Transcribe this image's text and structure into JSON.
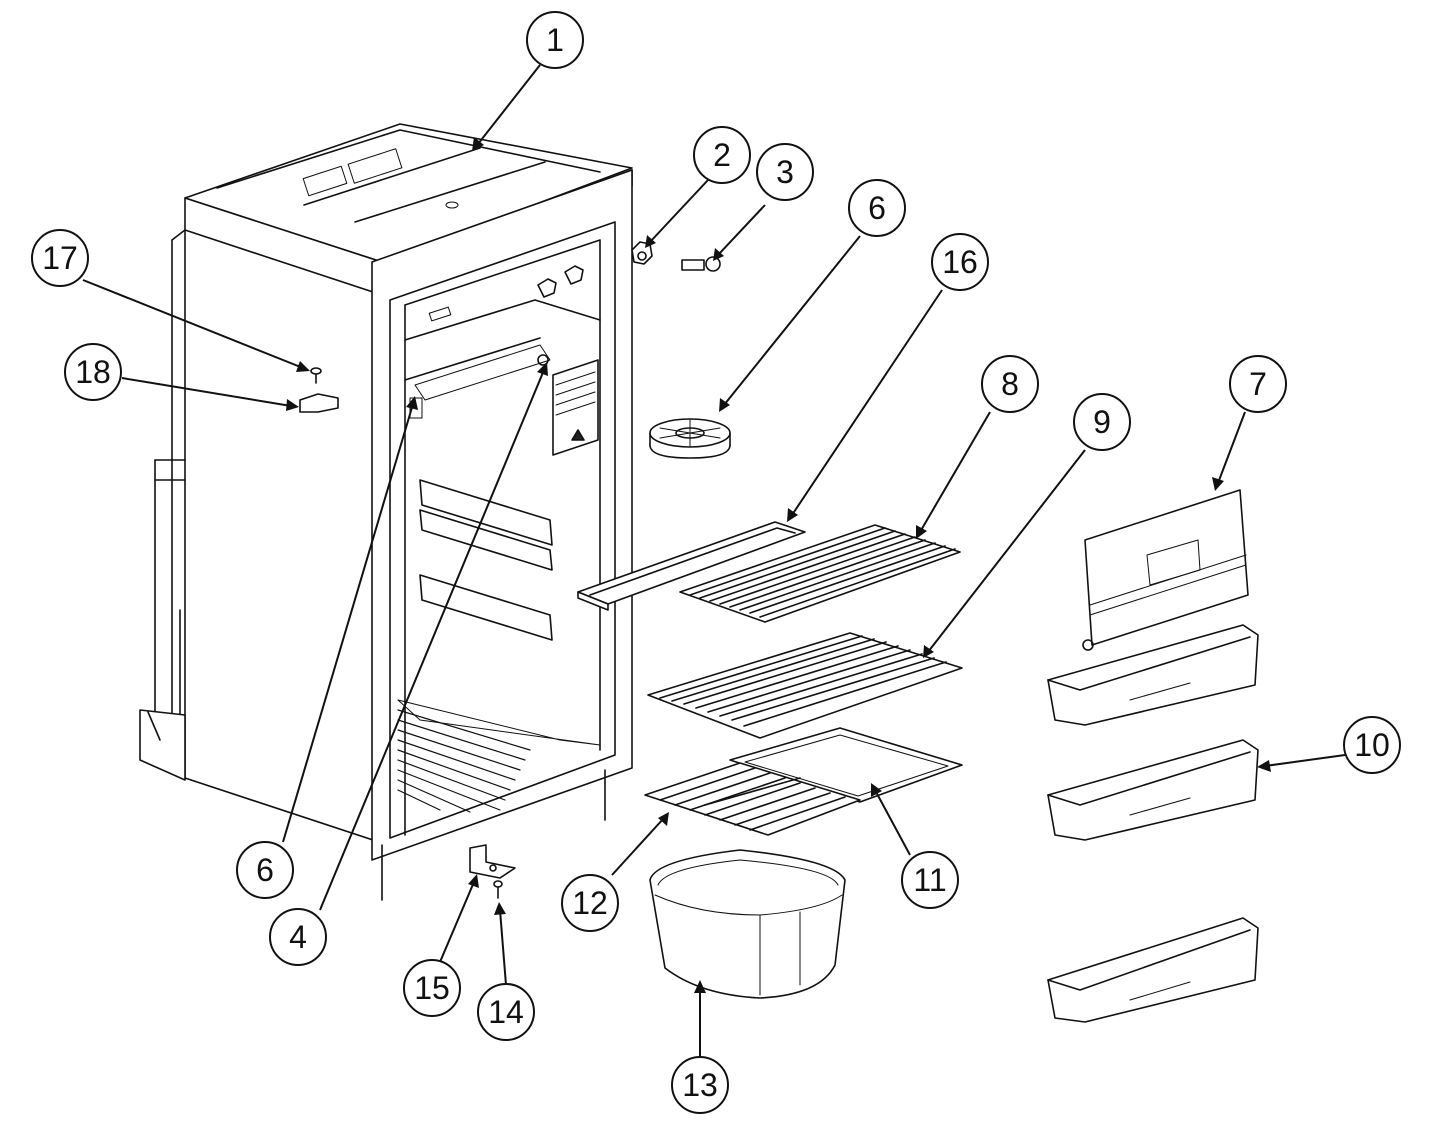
{
  "diagram": {
    "title": "",
    "callouts": [
      {
        "id": "c1",
        "label": "1",
        "part": "Refrigerator cabinet"
      },
      {
        "id": "c2",
        "label": "2",
        "part": "Control knob"
      },
      {
        "id": "c3",
        "label": "3",
        "part": "Latch"
      },
      {
        "id": "c6a",
        "label": "6",
        "part": "Fan / cover"
      },
      {
        "id": "c16",
        "label": "16",
        "part": "Shelf bracket rail"
      },
      {
        "id": "c8",
        "label": "8",
        "part": "Wire shelf (upper)"
      },
      {
        "id": "c9",
        "label": "9",
        "part": "Wire shelf (large)"
      },
      {
        "id": "c7",
        "label": "7",
        "part": "Dairy compartment door"
      },
      {
        "id": "c17",
        "label": "17",
        "part": "Screw"
      },
      {
        "id": "c18",
        "label": "18",
        "part": "Mounting bracket"
      },
      {
        "id": "c6b",
        "label": "6",
        "part": "Fan / cover"
      },
      {
        "id": "c4",
        "label": "4",
        "part": "Thermostat knob"
      },
      {
        "id": "c10",
        "label": "10",
        "part": "Door bins"
      },
      {
        "id": "c11",
        "label": "11",
        "part": "Glass shelf"
      },
      {
        "id": "c12",
        "label": "12",
        "part": "Crisper wire shelf"
      },
      {
        "id": "c13",
        "label": "13",
        "part": "Crisper drawer"
      },
      {
        "id": "c15",
        "label": "15",
        "part": "Hinge"
      },
      {
        "id": "c14",
        "label": "14",
        "part": "Hinge screw"
      }
    ]
  }
}
